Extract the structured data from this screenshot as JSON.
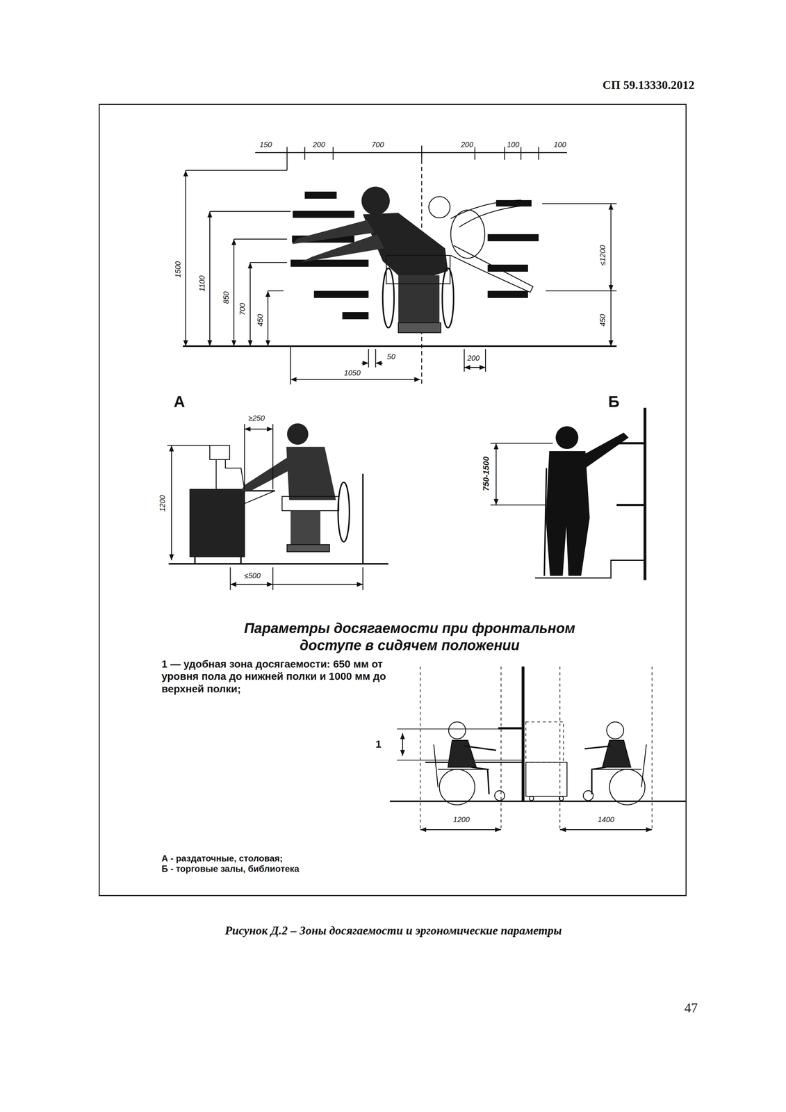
{
  "diagram": {
    "title": "Параметры досягаемости при фронтальном доступе в сидячем положении",
    "caption": "Рисунок Д.2 – Зоны досягаемости и эргономические параметры",
    "labels": [
      "СП 59.13330.2012",
      "150",
      "200",
      "700",
      "200",
      "100",
      "100",
      "1500",
      "1100",
      "850",
      "700",
      "450",
      "≤1200",
      "450",
      "50",
      "1050",
      "200",
      "А",
      "Б",
      "≥250",
      "1200",
      "≤500",
      "750-1500",
      "1 — удобная зона досягаемости: 650 мм от уровня пола до нижней полки и 1000 мм до верхней полки;",
      "1",
      "1200",
      "1400",
      "А - раздаточные, столовая;",
      "Б - торговые залы, библиотека",
      "47"
    ]
  }
}
